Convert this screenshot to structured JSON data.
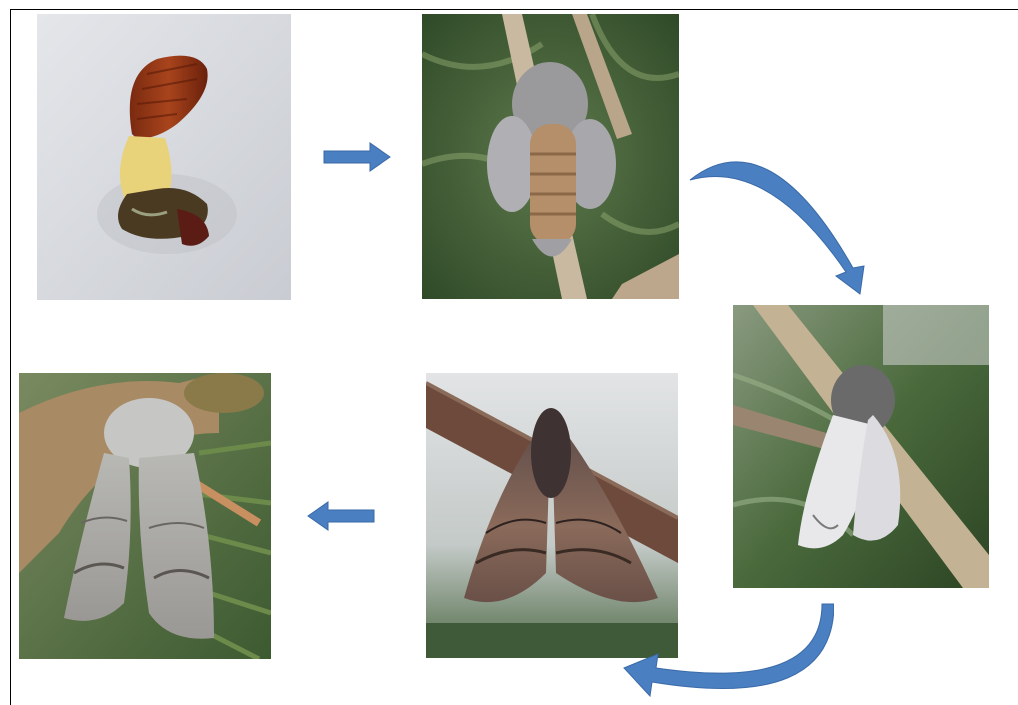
{
  "figure": {
    "description_stages": [
      "pupa",
      "emerging-moth",
      "wing-expansion",
      "adult-moth-wings-open",
      "adult-moth-at-rest"
    ],
    "colors": {
      "arrow": "#4a7fc1",
      "arrow_dark": "#3a6aa8",
      "frame": "#000000",
      "background": "#ffffff"
    }
  }
}
